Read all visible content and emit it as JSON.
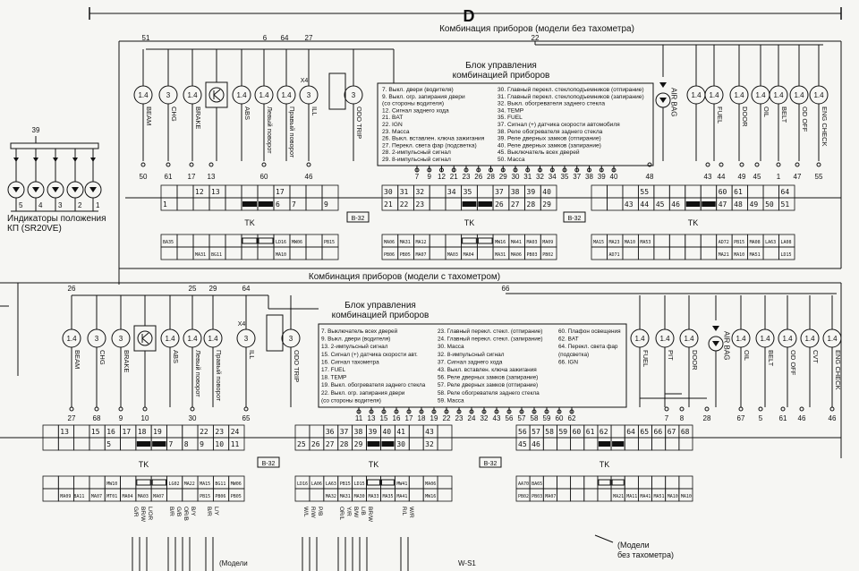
{
  "section_letter": "D",
  "top": {
    "title": "Комбинация приборов (модели без тахометра)",
    "ecu_title": [
      "Блок управления",
      "комбинацией приборов"
    ],
    "legend_left": [
      "7.  Выкл. двери (водителя)",
      "9.  Выкл. огр. запирания двери",
      "     (со стороны водителя)",
      "12. Сигнал заднего хода",
      "21. BAT",
      "22. IGN",
      "23. Масса",
      "26. Выкл. вставлен. ключа зажигания",
      "27. Перекл. света фар (подсветка)",
      "28. 2-импульсный сигнал",
      "29. 8-импульсный сигнал"
    ],
    "legend_right": [
      "30. Главный перекл. стеклоподъемников (отпирание)",
      "31. Главный перекл. стеклоподъемников (запирание)",
      "32. Выкл. обогревателя заднего стекла",
      "34. TEMP",
      "35. FUEL",
      "37. Сигнал (+) датчика скорости автомобиля",
      "38. Реле обогревателя заднего стекла",
      "39. Реле дверных замков (отпирание)",
      "40. Реле дверных замков (запирание)",
      "45. Выключатель всех дверей",
      "50. Масса"
    ],
    "supply_pins": [
      "51",
      "6",
      "64",
      "27",
      "22"
    ],
    "gauges": [
      {
        "value": "1.4",
        "label": "BEAM",
        "pin": "50"
      },
      {
        "value": "3",
        "label": "CHG",
        "pin": "61"
      },
      {
        "value": "1.4",
        "label": "BRAKE",
        "pin": "17"
      },
      {
        "value": "",
        "label": "",
        "pin": "13"
      },
      {
        "value": "1.4",
        "label": "ABS",
        "pin": ""
      },
      {
        "value": "1.4",
        "label": "Левый поворот",
        "pin": "60"
      },
      {
        "value": "1.4",
        "label": "Правый поворот",
        "pin": ""
      },
      {
        "value": "3",
        "label": "ILL",
        "pin": "46"
      },
      {
        "value": "3",
        "label": "ODO TRIP",
        "pin": ""
      },
      {
        "value": "",
        "label": "AIR BAG",
        "pin": "48"
      },
      {
        "value": "1.4",
        "label": "",
        "pin": "43"
      },
      {
        "value": "1.4",
        "label": "FUEL",
        "pin": "44"
      },
      {
        "value": "1.4",
        "label": "DOOR",
        "pin": "49"
      },
      {
        "value": "1.4",
        "label": "OIL",
        "pin": "45"
      },
      {
        "value": "1.4",
        "label": "BELT",
        "pin": "1"
      },
      {
        "value": "1.4",
        "label": "OD OFF",
        "pin": "47"
      },
      {
        "value": "1.4",
        "label": "ENG CHECK",
        "pin": "55"
      }
    ],
    "x4": "X4",
    "ecu_pins": [
      "7",
      "9",
      "12",
      "21",
      "23",
      "26",
      "28",
      "29",
      "30",
      "31",
      "32",
      "34",
      "35",
      "37",
      "38",
      "39",
      "40"
    ],
    "connectors": [
      [
        [
          "",
          "1"
        ],
        [
          "",
          ""
        ],
        [
          "12",
          ""
        ],
        [
          "13",
          ""
        ],
        [
          "",
          ""
        ],
        [
          "",
          "■"
        ],
        [
          "",
          "■"
        ],
        [
          "17",
          "6"
        ],
        [
          "",
          "7"
        ],
        [
          "",
          ""
        ],
        [
          "",
          "9"
        ]
      ],
      [
        [
          "30",
          "21"
        ],
        [
          "31",
          "22"
        ],
        [
          "32",
          "23"
        ],
        [
          "",
          ""
        ],
        [
          "34",
          ""
        ],
        [
          "35",
          "■"
        ],
        [
          "",
          "■"
        ],
        [
          "37",
          "26"
        ],
        [
          "38",
          "27"
        ],
        [
          "39",
          "28"
        ],
        [
          "40",
          "29"
        ]
      ],
      [
        [
          "",
          ""
        ],
        [
          "",
          ""
        ],
        [
          "",
          "43"
        ],
        [
          "55",
          "44"
        ],
        [
          "",
          "45"
        ],
        [
          "",
          "46"
        ],
        [
          "",
          "■"
        ],
        [
          "",
          "■"
        ],
        [
          "60",
          "47"
        ],
        [
          "61",
          "48"
        ],
        [
          "",
          "49"
        ],
        [
          "",
          "50"
        ],
        [
          "64",
          "51"
        ]
      ]
    ],
    "tk_label": "TK",
    "ref_label": "B-32",
    "tk_connectors": [
      [
        [
          "BA35",
          ""
        ],
        [
          "",
          ""
        ],
        [
          "",
          "MA31"
        ],
        [
          "",
          "BG11"
        ],
        [
          "",
          ""
        ],
        [
          "▭",
          ""
        ],
        [
          "▭",
          ""
        ],
        [
          "LD16",
          "MA10"
        ],
        [
          "MW06",
          ""
        ],
        [
          "",
          ""
        ],
        [
          "PB15",
          ""
        ]
      ],
      [
        [
          "MA06",
          "PB06"
        ],
        [
          "MA31",
          "PB05"
        ],
        [
          "MA12",
          "MA07"
        ],
        [
          "",
          ""
        ],
        [
          "",
          "MA03"
        ],
        [
          "▭",
          "MA04"
        ],
        [
          "▭",
          ""
        ],
        [
          "MW16",
          "MA31"
        ],
        [
          "MA41",
          "MA06"
        ],
        [
          "MA03",
          "PB03"
        ],
        [
          "MA09",
          "PB02"
        ]
      ],
      [
        [
          "MA15",
          ""
        ],
        [
          "MA23",
          "AD71"
        ],
        [
          "MA10",
          ""
        ],
        [
          "MA53",
          ""
        ],
        [
          "",
          ""
        ],
        [
          "",
          ""
        ],
        [
          "",
          ""
        ],
        [
          "",
          ""
        ],
        [
          "AD72",
          "MA21"
        ],
        [
          "PB15",
          "MA10"
        ],
        [
          "MA08",
          "MA51"
        ],
        [
          "LA63",
          ""
        ],
        [
          "LA08",
          "LD15"
        ]
      ]
    ]
  },
  "gear_indicators": {
    "supply_pin": "39",
    "numbers": [
      "5",
      "4",
      "3",
      "2",
      "1"
    ],
    "caption": [
      "Индикаторы положения",
      "КП (SR20VE)"
    ]
  },
  "bottom": {
    "title": "Комбинация приборов (модели с тахометром)",
    "ecu_title": [
      "Блок управления",
      "комбинацией приборов"
    ],
    "legend_col1": [
      "7.  Выключатель всех дверей",
      "9.  Выкл. двери (водителя)",
      "13. 2-импульсный сигнал",
      "15. Сигнал (+) датчика скорости авт.",
      "16. Сигнал тахометра",
      "17. FUEL",
      "18. TEMP",
      "19. Выкл. обогревателя заднего стекла",
      "22. Выкл. огр. запирания двери",
      "     (со стороны водителя)"
    ],
    "legend_col2": [
      "23. Главный перекл. стекл. (отпирание)",
      "24. Главный перекл. стекл. (запирание)",
      "30. Масса",
      "32. 8-импульсный сигнал",
      "37. Сигнал заднего хода",
      "43. Выкл. вставлен. ключа зажигания",
      "56. Реле дверных замков (запирание)",
      "57. Реле дверных замков (отпирание)",
      "58. Реле обогревателя заднего стекла",
      "59. Масса"
    ],
    "legend_col3": [
      "60. Плафон освещения",
      "62. BAT",
      "64. Перекл. света фар",
      "     (подсветка)",
      "66. IGN"
    ],
    "supply_pins": [
      "26",
      "25",
      "29",
      "64",
      "66"
    ],
    "gauges": [
      {
        "value": "1.4",
        "label": "BEAM",
        "pin": "27"
      },
      {
        "value": "3",
        "label": "CHG",
        "pin": "68"
      },
      {
        "value": "3",
        "label": "BRAKE",
        "pin": "9"
      },
      {
        "value": "",
        "label": "",
        "pin": "10"
      },
      {
        "value": "1.4",
        "label": "ABS",
        "pin": ""
      },
      {
        "value": "1.4",
        "label": "Левый поворот",
        "pin": "30"
      },
      {
        "value": "1.4",
        "label": "Правый поворот",
        "pin": ""
      },
      {
        "value": "3",
        "label": "ILL",
        "pin": "65"
      },
      {
        "value": "3",
        "label": "ODO TRIP",
        "pin": ""
      },
      {
        "value": "1.4",
        "label": "FUEL",
        "pin": ""
      },
      {
        "value": "1.4",
        "label": "PIT",
        "pin": "7"
      },
      {
        "value": "1.4",
        "label": "DOOR",
        "pin": "8"
      },
      {
        "value": "",
        "label": "AIR BAG",
        "pin": "28"
      },
      {
        "value": "1.4",
        "label": "OIL",
        "pin": "67"
      },
      {
        "value": "1.4",
        "label": "BELT",
        "pin": "5"
      },
      {
        "value": "1.4",
        "label": "OD OFF",
        "pin": "61"
      },
      {
        "value": "1.4",
        "label": "CVT",
        "pin": "46"
      },
      {
        "value": "1.4",
        "label": "ENG CHECK",
        "pin": "46"
      }
    ],
    "x4": "X4",
    "ecu_pins": [
      "11",
      "13",
      "15",
      "16",
      "17",
      "18",
      "19",
      "22",
      "23",
      "24",
      "32",
      "43",
      "56",
      "57",
      "58",
      "59",
      "60",
      "62"
    ],
    "connectors": [
      [
        [
          "",
          ""
        ],
        [
          "13",
          ""
        ],
        [
          "",
          ""
        ],
        [
          "15",
          ""
        ],
        [
          "16",
          "5"
        ],
        [
          "17",
          ""
        ],
        [
          "18",
          "■"
        ],
        [
          "19",
          "■"
        ],
        [
          "",
          "7"
        ],
        [
          "",
          "8"
        ],
        [
          "22",
          "9"
        ],
        [
          "23",
          "10"
        ],
        [
          "24",
          "11"
        ]
      ],
      [
        [
          "",
          "25"
        ],
        [
          "",
          "26"
        ],
        [
          "36",
          "27"
        ],
        [
          "37",
          "28"
        ],
        [
          "38",
          "29"
        ],
        [
          "39",
          "■"
        ],
        [
          "40",
          "■"
        ],
        [
          "41",
          "30"
        ],
        [
          "",
          ""
        ],
        [
          "43",
          "32"
        ],
        [
          "",
          ""
        ]
      ],
      [
        [
          "56",
          "45"
        ],
        [
          "57",
          "46"
        ],
        [
          "58",
          ""
        ],
        [
          "59",
          ""
        ],
        [
          "60",
          ""
        ],
        [
          "61",
          ""
        ],
        [
          "62",
          "■"
        ],
        [
          "",
          "■"
        ],
        [
          "64",
          ""
        ],
        [
          "65",
          ""
        ],
        [
          "66",
          ""
        ],
        [
          "67",
          ""
        ],
        [
          "68",
          ""
        ]
      ]
    ],
    "tk_label": "TK",
    "ref_label": "B-32",
    "tk_connectors": [
      [
        [
          "",
          ""
        ],
        [
          "",
          "MA09 BA11"
        ],
        [
          "",
          ""
        ],
        [
          "",
          "MA07"
        ],
        [
          "MW10",
          "MT01"
        ],
        [
          "",
          "MA04"
        ],
        [
          "▭",
          "MA03"
        ],
        [
          "▭",
          "MA07"
        ],
        [
          "LG02",
          ""
        ],
        [
          "MA22",
          ""
        ],
        [
          "MA15",
          "PB15"
        ],
        [
          "BG11",
          "PB06"
        ],
        [
          "MW06",
          "PB05"
        ]
      ],
      [
        [
          "LD16",
          ""
        ],
        [
          "LA06",
          ""
        ],
        [
          "LA63",
          "MA32"
        ],
        [
          "PB15",
          "MA31"
        ],
        [
          "LD15",
          "MA30"
        ],
        [
          "▭",
          "MA33"
        ],
        [
          "▭",
          "MA35"
        ],
        [
          "MW41",
          "MA41"
        ],
        [
          "",
          ""
        ],
        [
          "MA06",
          "MW16"
        ],
        [
          "",
          ""
        ]
      ],
      [
        [
          "AA70",
          "PB02"
        ],
        [
          "BA65",
          "PB03"
        ],
        [
          "",
          "MA07"
        ],
        [
          "",
          ""
        ],
        [
          "",
          ""
        ],
        [
          "",
          ""
        ],
        [
          "▭",
          ""
        ],
        [
          "▭",
          "MA21"
        ],
        [
          "",
          "MA11"
        ],
        [
          "",
          "MA41"
        ],
        [
          "",
          "MA51"
        ],
        [
          "",
          "MA10"
        ],
        [
          "",
          "MA10"
        ]
      ]
    ],
    "wire_labels": [
      "G/R",
      "BR/W",
      "L/OR",
      "B/R",
      "G/B",
      "OR/B",
      "B/Y",
      "B/R",
      "L/Y",
      "W/L",
      "R/W",
      "P/B",
      "OR/L",
      "Y/R",
      "B/W",
      "L/B",
      "BR/W",
      "R/L",
      "W/R"
    ],
    "note": [
      "(Модели",
      "без тахометра)"
    ],
    "bottom_left_note": "(Модели",
    "bottom_ref": "W-S1"
  }
}
